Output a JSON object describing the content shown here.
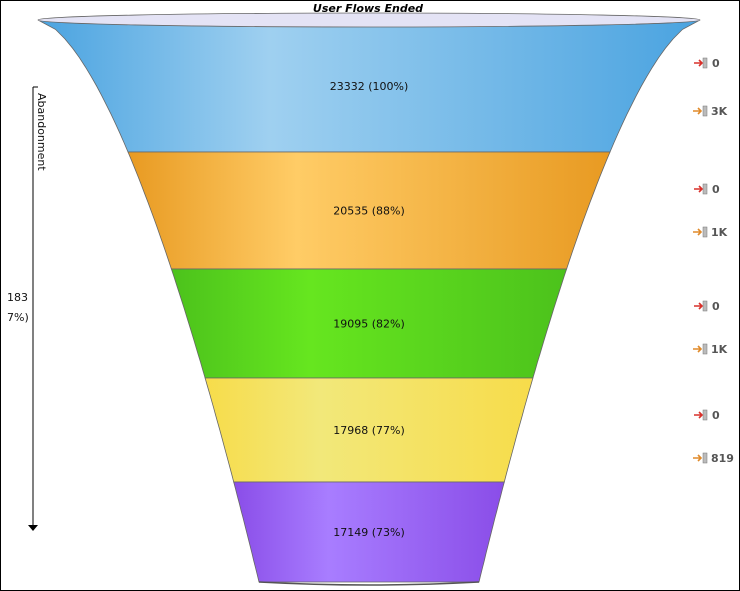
{
  "chart_data": {
    "type": "funnel",
    "title": "User Flows Ended",
    "stages": [
      {
        "value": 23332,
        "percent": 100,
        "label": "23332 (100%)",
        "color": "#4aa3e0",
        "light": "#9fd0f0",
        "entry": "0",
        "exit": "3K"
      },
      {
        "value": 20535,
        "percent": 88,
        "label": "20535 (88%)",
        "color": "#e89a22",
        "light": "#ffcc66",
        "entry": "0",
        "exit": "1K"
      },
      {
        "value": 19095,
        "percent": 82,
        "label": "19095 (82%)",
        "color": "#4cc21c",
        "light": "#66e61f",
        "entry": "0",
        "exit": "1K"
      },
      {
        "value": 17968,
        "percent": 77,
        "label": "17968 (77%)",
        "color": "#f7dc4a",
        "light": "#f2e87a",
        "entry": "0",
        "exit": "819"
      },
      {
        "value": 17149,
        "percent": 73,
        "label": "17149 (73%)",
        "color": "#8a4de8",
        "light": "#a87dff",
        "entry": null,
        "exit": null
      }
    ],
    "abandonment": {
      "label": "Abandonment",
      "count": "183",
      "percent": "7%)"
    }
  },
  "colors": {
    "rim": "#e4e3f5",
    "outline": "#666666",
    "entry_icon": "#d9302a",
    "exit_icon": "#e08a2a"
  }
}
